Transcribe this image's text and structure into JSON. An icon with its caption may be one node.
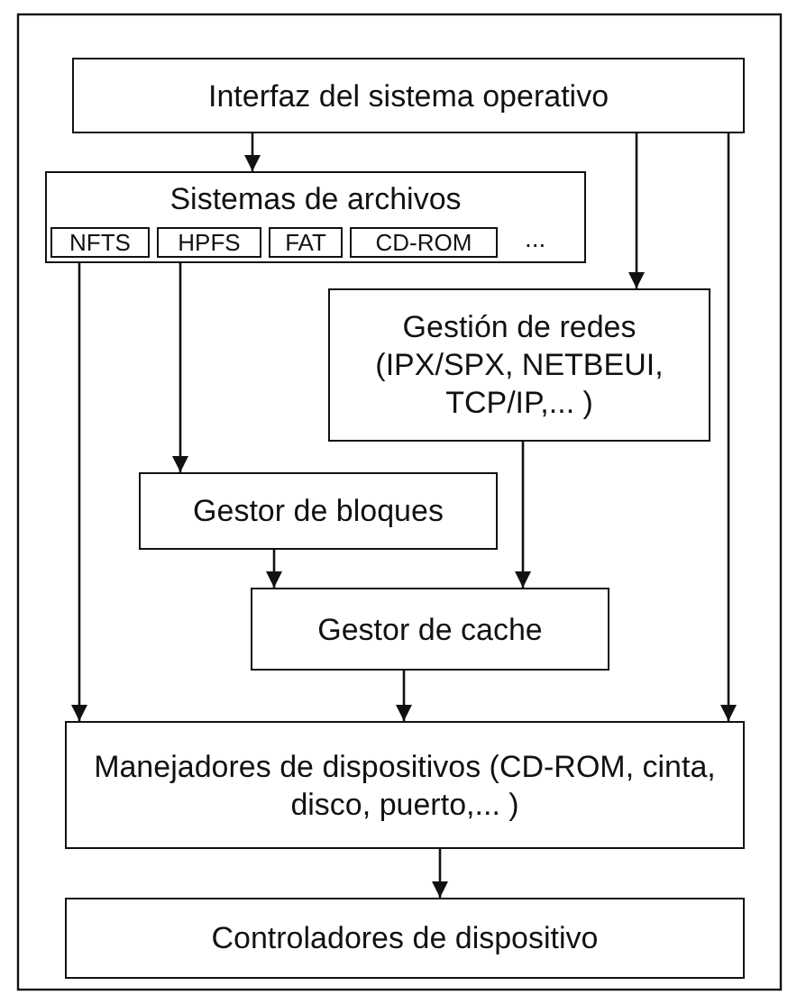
{
  "diagram": {
    "nodes": [
      {
        "text": [
          "Interfaz del sistema operativo"
        ]
      },
      {
        "text": [
          "Sistemas de archivos",
          "..."
        ]
      },
      {
        "text": [
          "NFTS"
        ],
        "in": 1
      },
      {
        "text": [
          "HPFS"
        ],
        "in": 1
      },
      {
        "text": [
          "FAT"
        ],
        "in": 1
      },
      {
        "text": [
          "CD-ROM"
        ],
        "in": 1
      },
      {
        "text": [
          "Gestión de redes (IPX/SPX, NETBEUI, TCP/IP,... )"
        ]
      },
      {
        "text": [
          "Gestor de bloques"
        ]
      },
      {
        "text": [
          "Gestor de cache"
        ]
      },
      {
        "text": [
          "Manejadores de dispositivos (CD-ROM, cinta, disco, puerto,... )"
        ]
      },
      {
        "text": [
          "Controladores de dispositivo"
        ]
      }
    ],
    "edges": [
      {
        "from": 0,
        "to": 1,
        "arrow": "to"
      },
      {
        "from": 0,
        "to": 6,
        "arrow": "to"
      },
      {
        "from": 0,
        "to": 9,
        "arrow": "to"
      },
      {
        "from": 1,
        "to": 9,
        "arrow": "to"
      },
      {
        "from": 1,
        "to": 7,
        "arrow": "to"
      },
      {
        "from": 7,
        "to": 8,
        "arrow": "to"
      },
      {
        "from": 6,
        "to": 8,
        "arrow": "to"
      },
      {
        "from": 8,
        "to": 9,
        "arrow": "to"
      },
      {
        "from": 9,
        "to": 10,
        "arrow": "to"
      }
    ]
  }
}
